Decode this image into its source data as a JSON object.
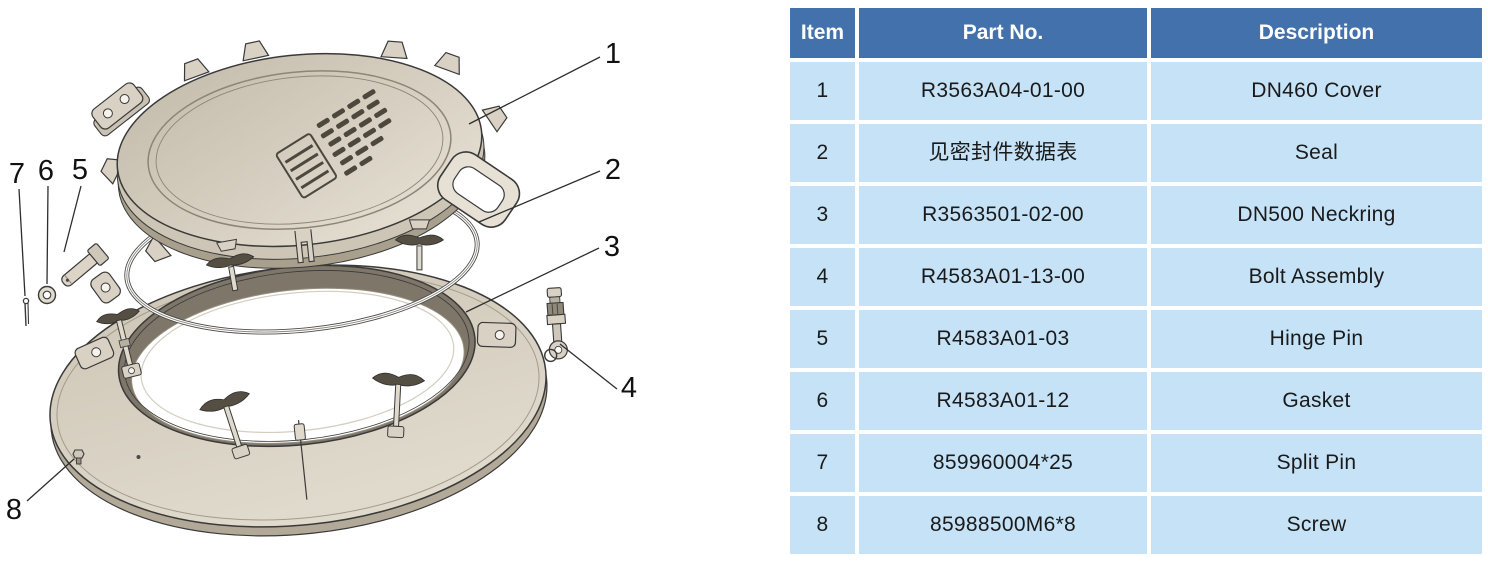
{
  "diagram": {
    "callouts": [
      "1",
      "2",
      "3",
      "4",
      "5",
      "6",
      "7",
      "8"
    ]
  },
  "table": {
    "headers": {
      "item": "Item",
      "part_no": "Part No.",
      "description": "Description"
    },
    "rows": [
      {
        "item": "1",
        "part_no": "R3563A04-01-00",
        "description": "DN460 Cover"
      },
      {
        "item": "2",
        "part_no": "见密封件数据表",
        "description": "Seal"
      },
      {
        "item": "3",
        "part_no": "R3563501-02-00",
        "description": "DN500 Neckring"
      },
      {
        "item": "4",
        "part_no": "R4583A01-13-00",
        "description": "Bolt Assembly"
      },
      {
        "item": "5",
        "part_no": "R4583A01-03",
        "description": "Hinge Pin"
      },
      {
        "item": "6",
        "part_no": "R4583A01-12",
        "description": "Gasket"
      },
      {
        "item": "7",
        "part_no": "859960004*25",
        "description": "Split Pin"
      },
      {
        "item": "8",
        "part_no": "85988500M6*8",
        "description": "Screw"
      }
    ]
  },
  "colors": {
    "table_header_bg": "#4271AC",
    "table_header_text": "#FFFFFF",
    "table_row_bg": "#C5E2F6",
    "table_row_text": "#1A1A1A",
    "diagram_outline": "#3A3A3A",
    "metal_light": "#E6E0D4",
    "metal_mid": "#CEC6B6",
    "metal_dark": "#7D7669"
  }
}
